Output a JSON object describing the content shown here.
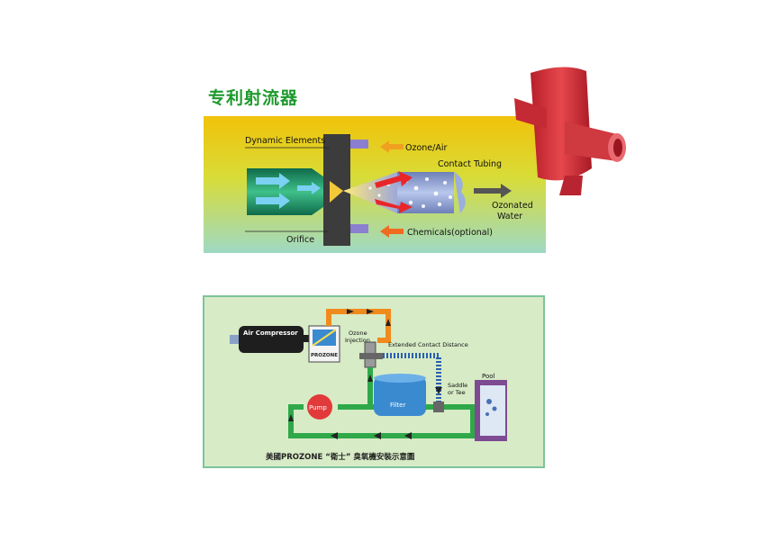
{
  "title": "专利射流器",
  "venturi": {
    "labels": {
      "dynamic_elements": "Dynamic Elements",
      "ozone_air": "Ozone/Air",
      "contact_tubing": "Contact Tubing",
      "ozonated_line1": "Ozonated",
      "ozonated_line2": "Water",
      "orifice": "Orifice",
      "chemicals": "Chemicals(optional)"
    }
  },
  "system": {
    "labels": {
      "air_compressor": "Air Compressor",
      "prozone": "PROZONE",
      "ozone_injection_line1": "Ozone",
      "ozone_injection_line2": "Injection",
      "extended_contact": "Extended Contact Distance",
      "saddle_line1": "Saddle",
      "saddle_line2": "or Tee",
      "pool": "Pool",
      "pump": "Pump",
      "filter": "Filter"
    },
    "caption": "美國PROZONE “衛士” 臭氧機安裝示意圖"
  },
  "colors": {
    "title_green": "#1f9a2e",
    "pipe_green": "#2fa84a",
    "pipe_orange": "#f08a1c",
    "pipe_blue": "#2a5fb0",
    "nozzle_red": "#d8353d",
    "panel2_bg": "#d7ebc6",
    "panel2_border": "#7cc49a"
  }
}
